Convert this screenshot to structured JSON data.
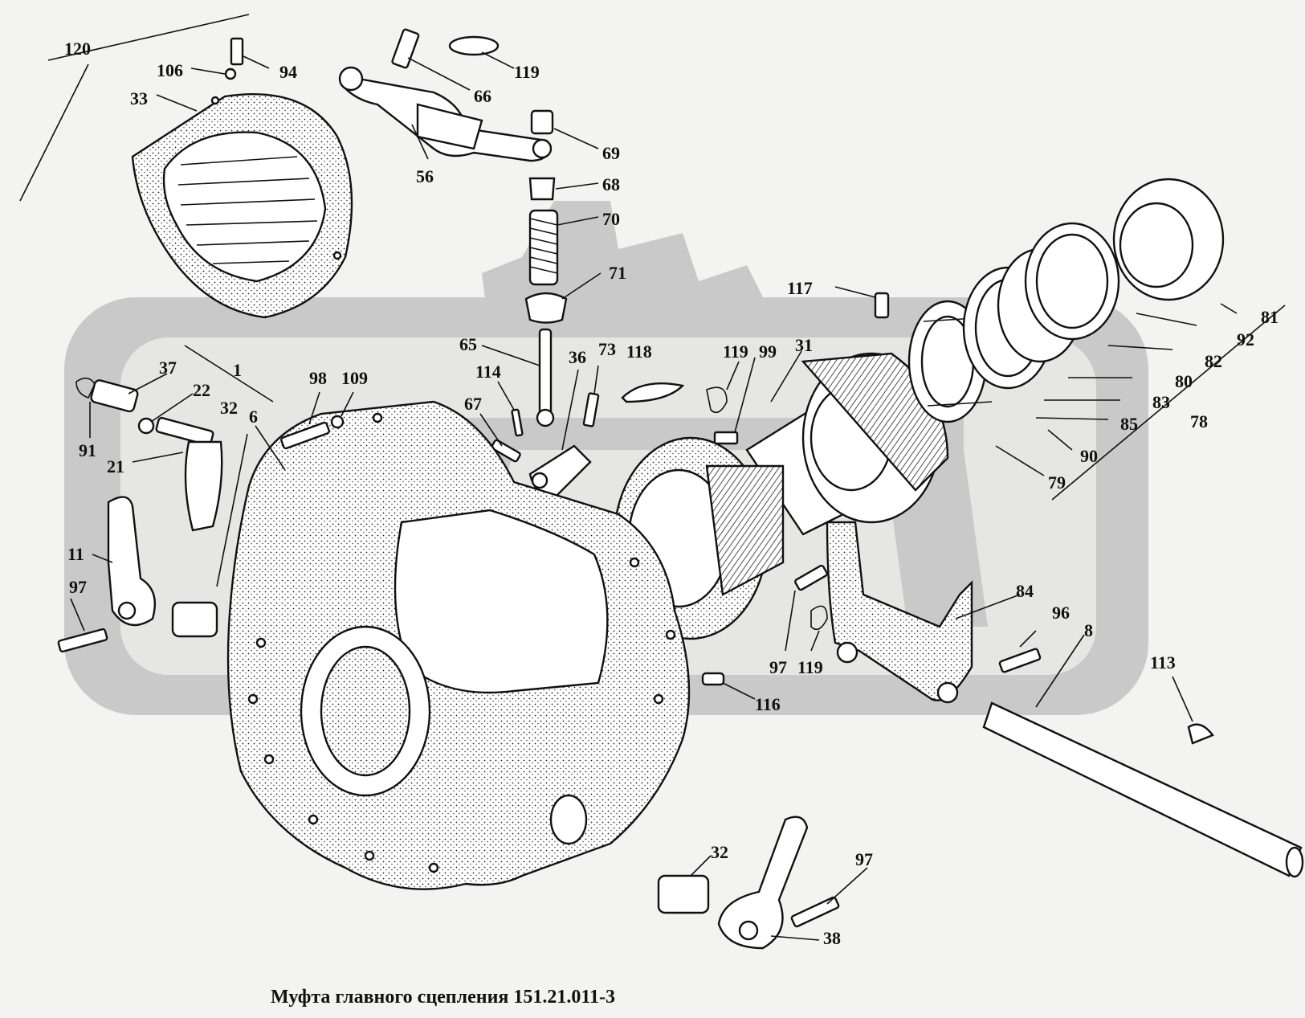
{
  "caption": "Муфта главного сцепления 151.21.011-3",
  "parts": [
    {
      "id": "p120",
      "label": "120"
    },
    {
      "id": "p106",
      "label": "106"
    },
    {
      "id": "p94",
      "label": "94"
    },
    {
      "id": "p33",
      "label": "33"
    },
    {
      "id": "p66",
      "label": "66"
    },
    {
      "id": "p119a",
      "label": "119"
    },
    {
      "id": "p69",
      "label": "69"
    },
    {
      "id": "p56",
      "label": "56"
    },
    {
      "id": "p68",
      "label": "68"
    },
    {
      "id": "p70",
      "label": "70"
    },
    {
      "id": "p71",
      "label": "71"
    },
    {
      "id": "p117",
      "label": "117"
    },
    {
      "id": "p81",
      "label": "81"
    },
    {
      "id": "p92",
      "label": "92"
    },
    {
      "id": "p82",
      "label": "82"
    },
    {
      "id": "p80",
      "label": "80"
    },
    {
      "id": "p83",
      "label": "83"
    },
    {
      "id": "p85",
      "label": "85"
    },
    {
      "id": "p78",
      "label": "78"
    },
    {
      "id": "p90",
      "label": "90"
    },
    {
      "id": "p79",
      "label": "79"
    },
    {
      "id": "p65",
      "label": "65"
    },
    {
      "id": "p73",
      "label": "73"
    },
    {
      "id": "p118",
      "label": "118"
    },
    {
      "id": "p119b",
      "label": "119"
    },
    {
      "id": "p99",
      "label": "99"
    },
    {
      "id": "p31",
      "label": "31"
    },
    {
      "id": "p114",
      "label": "114"
    },
    {
      "id": "p36",
      "label": "36"
    },
    {
      "id": "p67",
      "label": "67"
    },
    {
      "id": "p37",
      "label": "37"
    },
    {
      "id": "p1",
      "label": "1"
    },
    {
      "id": "p98",
      "label": "98"
    },
    {
      "id": "p109",
      "label": "109"
    },
    {
      "id": "p22",
      "label": "22"
    },
    {
      "id": "p32a",
      "label": "32"
    },
    {
      "id": "p6",
      "label": "6"
    },
    {
      "id": "p91",
      "label": "91"
    },
    {
      "id": "p21",
      "label": "21"
    },
    {
      "id": "p11",
      "label": "11"
    },
    {
      "id": "p97a",
      "label": "97"
    },
    {
      "id": "p84",
      "label": "84"
    },
    {
      "id": "p96",
      "label": "96"
    },
    {
      "id": "p8",
      "label": "8"
    },
    {
      "id": "p97b",
      "label": "97"
    },
    {
      "id": "p119c",
      "label": "119"
    },
    {
      "id": "p116",
      "label": "116"
    },
    {
      "id": "p113",
      "label": "113"
    },
    {
      "id": "p32b",
      "label": "32"
    },
    {
      "id": "p97c",
      "label": "97"
    },
    {
      "id": "p38",
      "label": "38"
    }
  ]
}
